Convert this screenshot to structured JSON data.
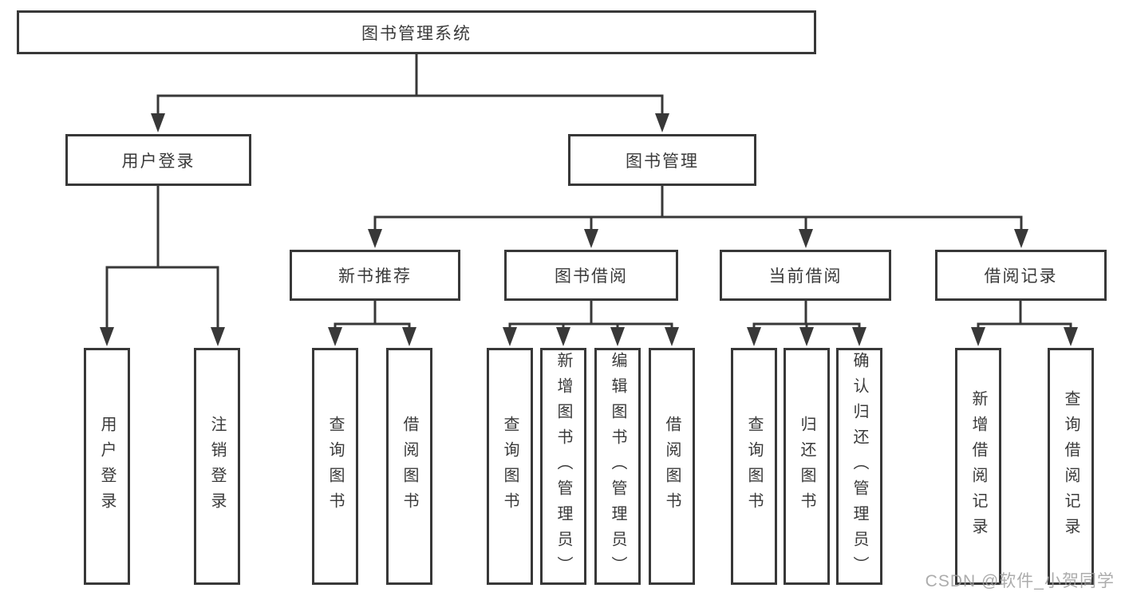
{
  "diagram": {
    "type": "hierarchy-tree",
    "colors": {
      "line": "#383838",
      "box_border": "#383838",
      "text": "#3a3a3a",
      "background": "#ffffff",
      "watermark": "#9e9e9e"
    },
    "watermark": "CSDN @软件_小贺同学",
    "tree": {
      "root": "图书管理系统",
      "branches": [
        {
          "label": "用户登录",
          "leaves": [
            "用户登录",
            "注销登录"
          ]
        },
        {
          "label": "图书管理",
          "groups": [
            {
              "label": "新书推荐",
              "leaves": [
                "查询图书",
                "借阅图书"
              ]
            },
            {
              "label": "图书借阅",
              "leaves": [
                "查询图书",
                "新增图书（管理员）",
                "编辑图书（管理员）",
                "借阅图书"
              ]
            },
            {
              "label": "当前借阅",
              "leaves": [
                "查询图书",
                "归还图书",
                "确认归还（管理员）"
              ]
            },
            {
              "label": "借阅记录",
              "leaves": [
                "新增借阅记录",
                "查询借阅记录"
              ]
            }
          ]
        }
      ]
    }
  }
}
